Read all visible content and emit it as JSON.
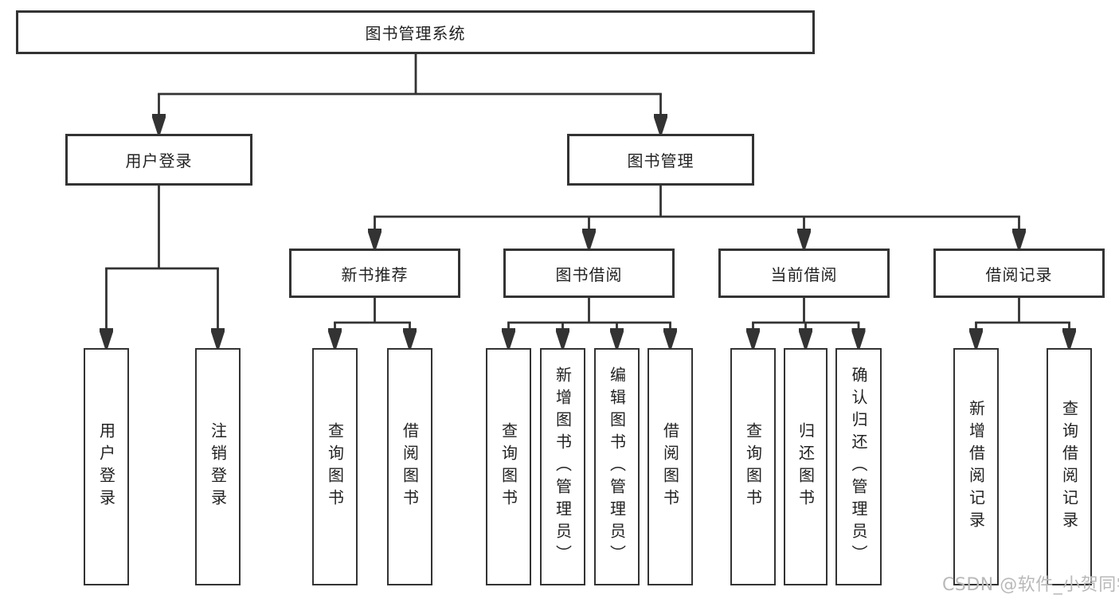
{
  "tree": {
    "label": "图书管理系统",
    "children": [
      {
        "label": "用户登录",
        "children": [
          {
            "label": "用户登录"
          },
          {
            "label": "注销登录"
          }
        ]
      },
      {
        "label": "图书管理",
        "children": [
          {
            "label": "新书推荐",
            "children": [
              {
                "label": "查询图书"
              },
              {
                "label": "借阅图书"
              }
            ]
          },
          {
            "label": "图书借阅",
            "children": [
              {
                "label": "查询图书"
              },
              {
                "label": "新增图书（管理员）"
              },
              {
                "label": "编辑图书（管理员）"
              },
              {
                "label": "借阅图书"
              }
            ]
          },
          {
            "label": "当前借阅",
            "children": [
              {
                "label": "查询图书"
              },
              {
                "label": "归还图书"
              },
              {
                "label": "确认归还（管理员）"
              }
            ]
          },
          {
            "label": "借阅记录",
            "children": [
              {
                "label": "新增借阅记录"
              },
              {
                "label": "查询借阅记录"
              }
            ]
          }
        ]
      }
    ]
  },
  "watermark": {
    "text": "CSDN @软件_小贺同学"
  },
  "colors": {
    "line": "#333333",
    "box_border": "#333333",
    "text": "#222222",
    "background": "#ffffff",
    "watermark": "#b9b9b9"
  }
}
